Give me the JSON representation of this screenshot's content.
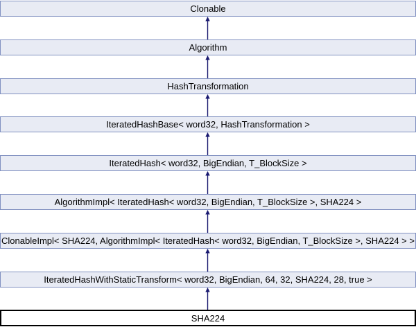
{
  "diagram": {
    "type": "class-inheritance-graph",
    "current_class": "SHA224",
    "edge_direction": "each box points upward to its direct base class",
    "nodes": [
      {
        "label": "Clonable",
        "kind": "base"
      },
      {
        "label": "Algorithm",
        "kind": "base"
      },
      {
        "label": "HashTransformation",
        "kind": "base"
      },
      {
        "label": "IteratedHashBase< word32, HashTransformation >",
        "kind": "base"
      },
      {
        "label": "IteratedHash< word32, BigEndian, T_BlockSize >",
        "kind": "base"
      },
      {
        "label": "AlgorithmImpl< IteratedHash< word32, BigEndian, T_BlockSize >, SHA224 >",
        "kind": "base"
      },
      {
        "label": "ClonableImpl< SHA224, AlgorithmImpl< IteratedHash< word32, BigEndian, T_BlockSize >, SHA224 > >",
        "kind": "base"
      },
      {
        "label": "IteratedHashWithStaticTransform< word32, BigEndian, 64, 32, SHA224, 28, true >",
        "kind": "base"
      },
      {
        "label": "SHA224",
        "kind": "current"
      }
    ],
    "colors": {
      "background": "#ffffff",
      "node_fill": "#e8ebf4",
      "node_border": "#8090c0",
      "current_fill": "#ffffff",
      "current_border": "#000000",
      "edge": "#191970",
      "text": "#000000"
    }
  }
}
